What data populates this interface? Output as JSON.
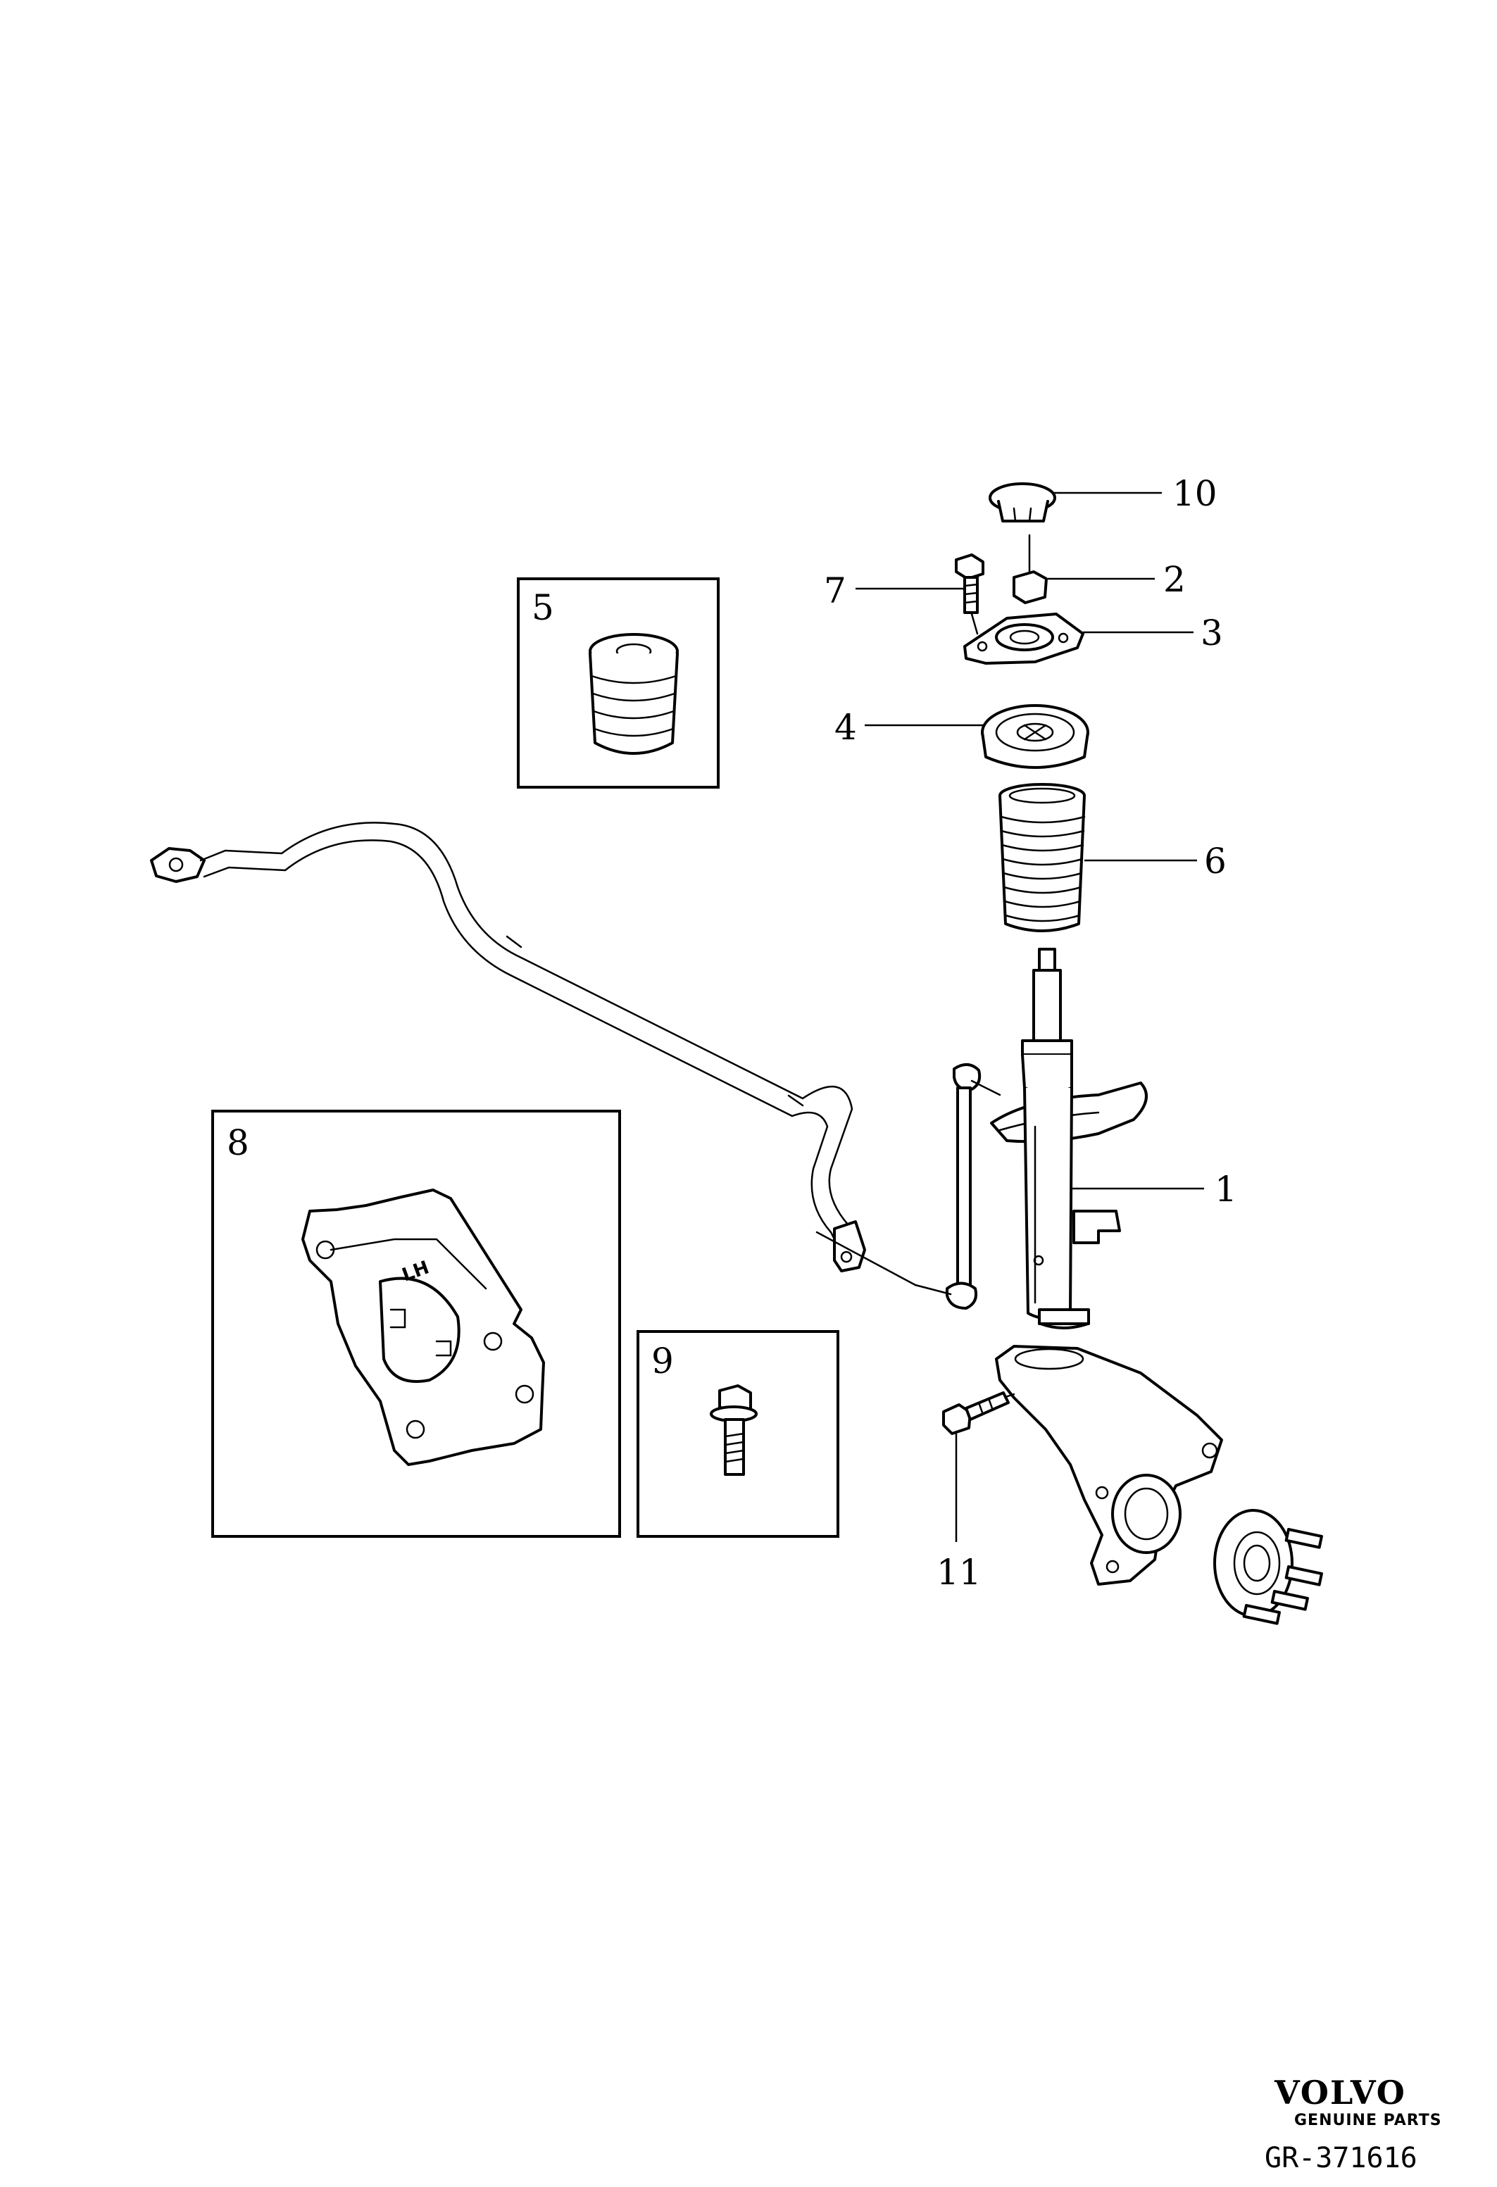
{
  "callouts": [
    {
      "id": "c10",
      "label": "10"
    },
    {
      "id": "c2",
      "label": "2"
    },
    {
      "id": "c7",
      "label": "7"
    },
    {
      "id": "c3",
      "label": "3"
    },
    {
      "id": "c4",
      "label": "4"
    },
    {
      "id": "c5",
      "label": "5"
    },
    {
      "id": "c6",
      "label": "6"
    },
    {
      "id": "c8",
      "label": "8"
    },
    {
      "id": "c1",
      "label": "1"
    },
    {
      "id": "c9",
      "label": "9"
    },
    {
      "id": "c11",
      "label": "11"
    }
  ],
  "bracket_marking": "LH",
  "brand": {
    "name": "VOLVO",
    "tagline": "GENUINE PARTS"
  },
  "reference_code": "GR-371616",
  "colors": {
    "line": "#000000",
    "background": "#ffffff"
  }
}
